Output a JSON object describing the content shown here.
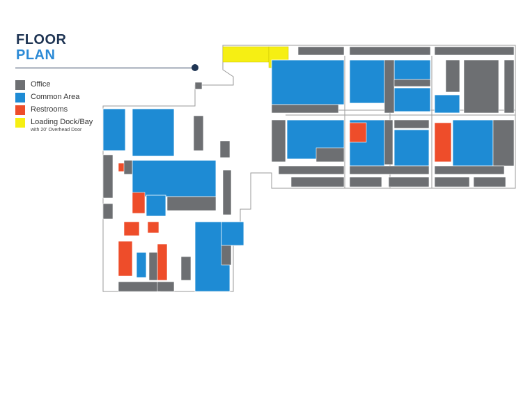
{
  "header": {
    "title_line1": "FLOOR",
    "title_line2": "PLAN"
  },
  "legend": {
    "items": [
      {
        "label": "Office",
        "color": "#6d6f72"
      },
      {
        "label": "Common Area",
        "color": "#1e8bd4"
      },
      {
        "label": "Restrooms",
        "color": "#ee4d2a"
      },
      {
        "label": "Loading Dock/Bay",
        "sublabel": "with 20' Overhead Door",
        "color": "#f6ef13"
      }
    ]
  },
  "colors": {
    "office": "#6d6f72",
    "common": "#1e8bd4",
    "restroom": "#ee4d2a",
    "dock": "#f6ef13",
    "wall": "#9a9a9a",
    "heading_dark": "#1f3554",
    "heading_accent": "#2b8ad6"
  }
}
